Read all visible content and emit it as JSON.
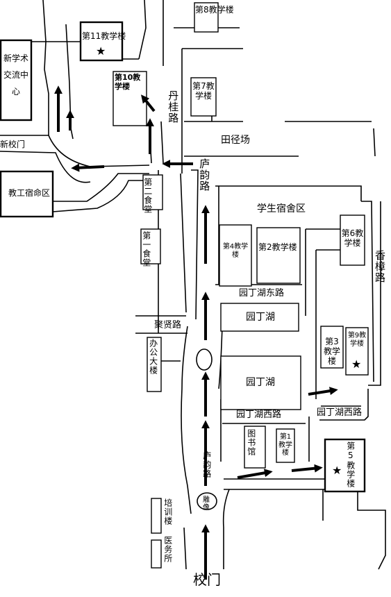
{
  "roads": {
    "danguilu": "丹桂路",
    "luyunlu_north": "庐韵路",
    "luyunlu_south": "庐韵路",
    "xiangzhanglu": "香樟路",
    "juxianlu": "聚贤路",
    "yuandinghu_east_road": "园丁湖东路",
    "yuandinghu_west_road": "园丁湖西路",
    "yuandinghu_west_road_2": "园丁湖西路"
  },
  "buildings": {
    "b8": "第8教学楼",
    "b11": "第11教学楼",
    "b10": "第10教学楼",
    "b7": "第7教学楼",
    "b6": "第6教学楼",
    "b4": "第4教学楼",
    "b2": "第2教学楼",
    "b3": "第3教学楼",
    "b9": "第9教学楼",
    "b1": "第1教学楼",
    "b5": "第5教学楼",
    "exchange_center": "新学术交流中心",
    "staff_dorm": "教工宿命区",
    "canteen2": "第二食堂",
    "canteen1": "第一食堂",
    "office": "办公大楼",
    "library": "图书馆",
    "training": "培训楼",
    "clinic": "医务所",
    "statue": "雕像"
  },
  "areas": {
    "stadium": "田径场",
    "student_dorm": "学生宿舍区",
    "lake_north": "园丁湖",
    "lake_south": "园丁湖"
  },
  "gates": {
    "new_gate": "新校门",
    "main_gate": "校门"
  },
  "markers": {
    "star": "★"
  }
}
